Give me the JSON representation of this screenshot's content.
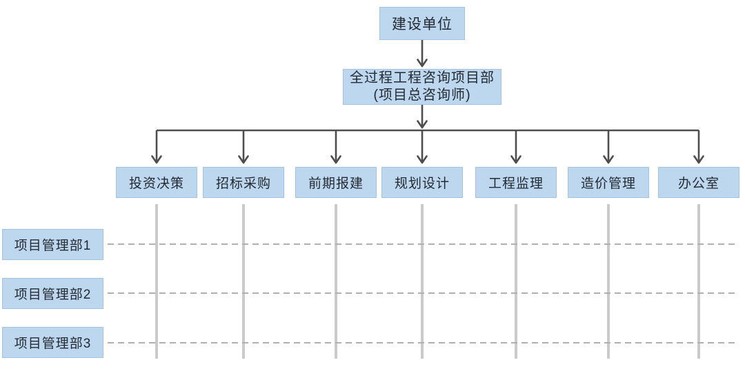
{
  "diagram": {
    "type": "matrix-org-chart",
    "nodes": {
      "root": {
        "label": "建设单位"
      },
      "coordinator": {
        "line1": "全过程工程咨询项目部",
        "line2": "(项目总咨询师)"
      }
    },
    "departments": [
      {
        "label": "投资决策"
      },
      {
        "label": "招标采购"
      },
      {
        "label": "前期报建"
      },
      {
        "label": "规划设计"
      },
      {
        "label": "工程监理"
      },
      {
        "label": "造价管理"
      },
      {
        "label": "办公室"
      }
    ],
    "project_teams": [
      {
        "label": "项目管理部1"
      },
      {
        "label": "项目管理部2"
      },
      {
        "label": "项目管理部3"
      }
    ],
    "colors": {
      "box_fill": "#bdd7ee",
      "box_border": "#a3c1e0",
      "connector": "#4d4d4d",
      "matrix_column_line": "#cacaca",
      "matrix_row_dash": "#b0b0b0",
      "text": "#242a33",
      "background": "#ffffff"
    }
  }
}
